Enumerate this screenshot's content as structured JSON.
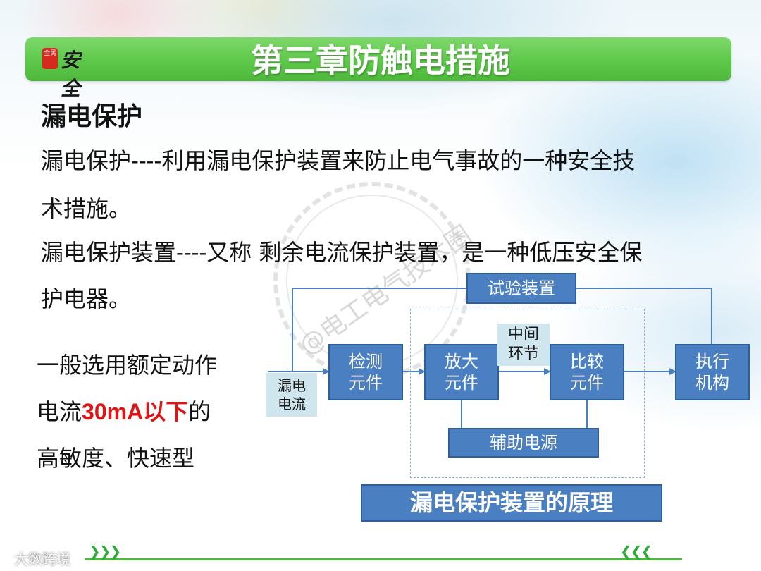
{
  "header": {
    "logo_seal": "全民",
    "logo_text": "安全",
    "title": "第三章防触电措施"
  },
  "content": {
    "heading": "漏电保护",
    "para1_line1": "漏电保护----利用漏电保护装置来防止电气事故的一种安全技",
    "para1_line2": "术措施。",
    "para2_line1": "漏电保护装置----又称 剩余电流保护装置，是一种低压安全保",
    "para2_line2": "护电器。",
    "side_line1": "一般选用额定动作",
    "side_line2_prefix": "电流",
    "side_line2_highlight": "30mA以下",
    "side_line2_suffix": "的",
    "side_line3": "高敏度、快速型"
  },
  "watermark": {
    "text": "@电工电气技术圈"
  },
  "diagram": {
    "test_device": "试验装置",
    "input_label_1": "漏电",
    "input_label_2": "电流",
    "detect_1": "检测",
    "detect_2": "元件",
    "amplify_1": "放大",
    "amplify_2": "元件",
    "mid_1": "中间",
    "mid_2": "环节",
    "compare_1": "比较",
    "compare_2": "元件",
    "execute_1": "执行",
    "execute_2": "机构",
    "aux_power": "辅助电源",
    "caption": "漏电保护装置的原理"
  },
  "footer": {
    "brand": "大数跨境",
    "chevrons_left": "❯❯❯",
    "chevrons_right": "❮❮❮"
  },
  "colors": {
    "title_green": "#5dc84a",
    "box_blue": "#4a7fc1",
    "label_box": "#cfe6ef",
    "highlight_red": "#e01414",
    "connector": "#4a7fc1"
  }
}
